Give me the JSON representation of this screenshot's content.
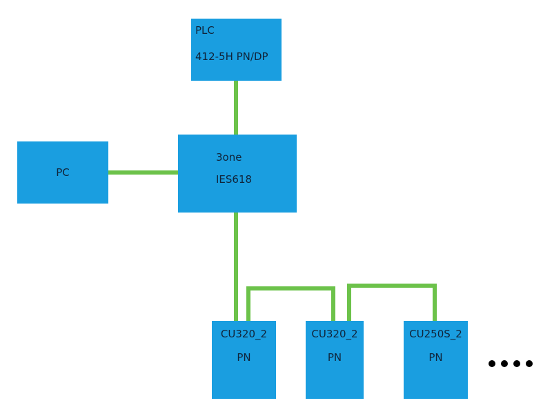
{
  "diagram": {
    "plc": {
      "line1": "PLC",
      "line2": "412-5H PN/DP"
    },
    "pc": {
      "label": "PC"
    },
    "switch": {
      "line1": "3one",
      "line2": "IES618"
    },
    "devices": [
      {
        "line1": "CU320_2",
        "line2": "PN"
      },
      {
        "line1": "CU320_2",
        "line2": "PN"
      },
      {
        "line1": "CU250S_2",
        "line2": "PN"
      }
    ]
  },
  "colors": {
    "node_fill": "#1a9ee0",
    "link": "#6cc24a",
    "text": "#10243a",
    "ellipsis": "#000000"
  }
}
